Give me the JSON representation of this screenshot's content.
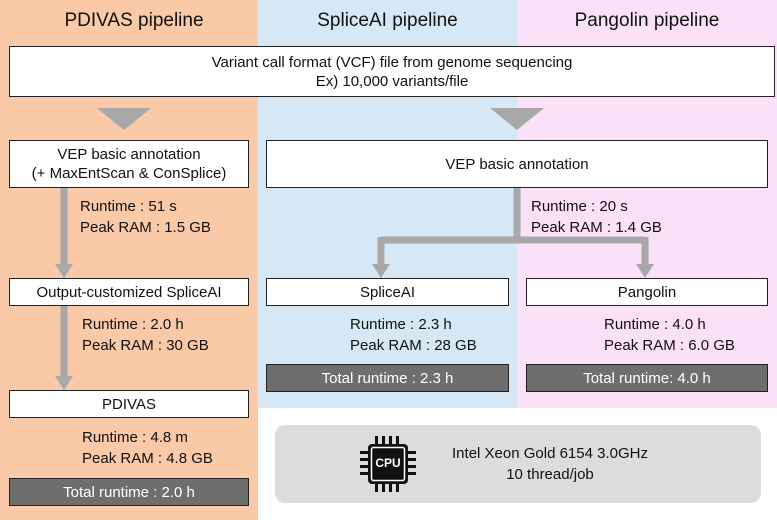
{
  "columns": [
    {
      "title": "PDIVAS pipeline",
      "color": "#f9c9a8"
    },
    {
      "title": "SpliceAI pipeline",
      "color": "#d6e8f5"
    },
    {
      "title": "Pangolin pipeline",
      "color": "#fae1f7"
    }
  ],
  "vcf": {
    "line1": "Variant call format (VCF) file from genome sequencing",
    "line2": "Ex) 10,000 variants/file"
  },
  "pdivas": {
    "vep_line1": "VEP basic annotation",
    "vep_line2": "(+ MaxEntScan & ConSplice)",
    "vep_runtime": "Runtime : 51 s",
    "vep_ram": "Peak RAM : 1.5 GB",
    "spliceai_label": "Output-customized SpliceAI",
    "spliceai_runtime": "Runtime : 2.0 h",
    "spliceai_ram": "Peak RAM : 30 GB",
    "pdivas_label": "PDIVAS",
    "pdivas_runtime": "Runtime : 4.8 m",
    "pdivas_ram": "Peak RAM : 4.8 GB",
    "total": "Total runtime : 2.0 h"
  },
  "shared_vep": {
    "label": "VEP basic annotation",
    "runtime": "Runtime : 20 s",
    "ram": "Peak RAM : 1.4 GB"
  },
  "spliceai": {
    "label": "SpliceAI",
    "runtime": "Runtime : 2.3 h",
    "ram": "Peak RAM : 28 GB",
    "total": "Total runtime : 2.3 h"
  },
  "pangolin": {
    "label": "Pangolin",
    "runtime": "Runtime : 4.0 h",
    "ram": "Peak RAM : 6.0 GB",
    "total": "Total runtime: 4.0 h"
  },
  "cpu": {
    "chip_text": "CPU",
    "line1": "Intel Xeon Gold 6154 3.0GHz",
    "line2": "10 thread/job"
  },
  "arrow_color": "#a8a8a8"
}
